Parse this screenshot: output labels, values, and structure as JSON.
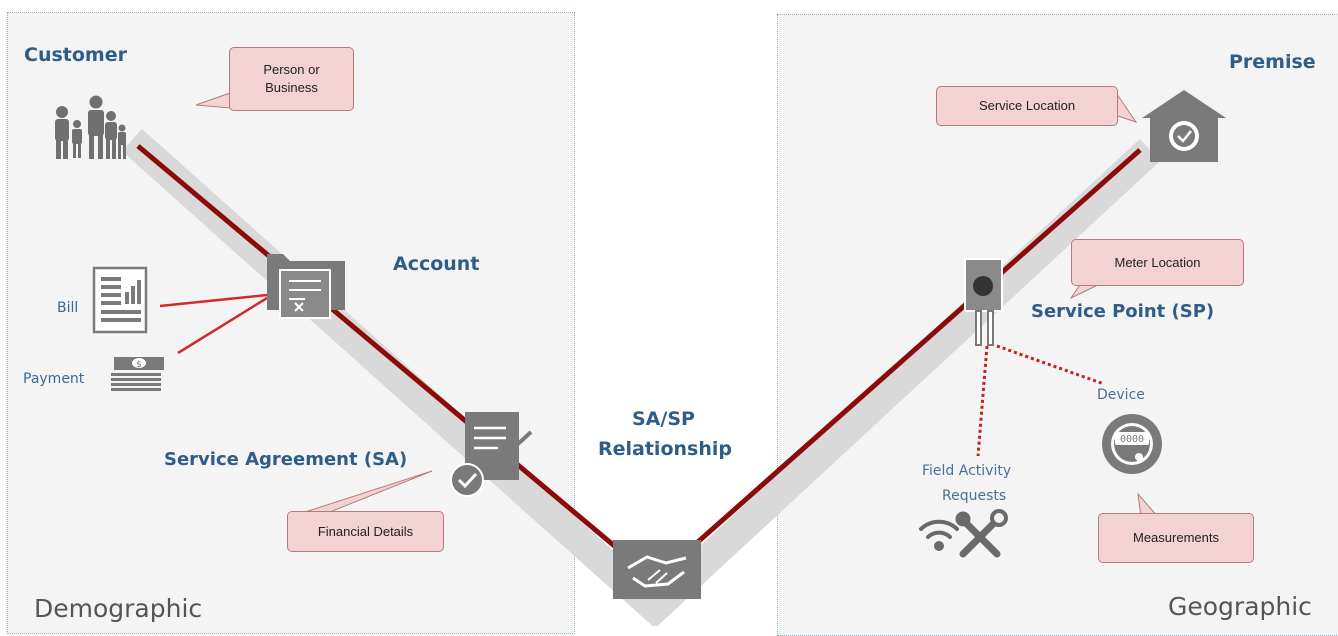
{
  "labels": {
    "customer": "Customer",
    "account": "Account",
    "service_agreement": "Service Agreement (SA)",
    "sa_sp_line1": "SA/SP",
    "sa_sp_line2": "Relationship",
    "premise": "Premise",
    "service_point": "Service Point (SP)",
    "device": "Device",
    "field_activity_line1": "Field Activity",
    "field_activity_line2": "Requests",
    "bill": "Bill",
    "payment": "Payment"
  },
  "callouts": {
    "person_business_line1": "Person or",
    "person_business_line2": "Business",
    "financial_details": "Financial Details",
    "service_location": "Service Location",
    "meter_location": "Meter Location",
    "measurements": "Measurements"
  },
  "regions": {
    "left": "Demographic",
    "right": "Geographic"
  },
  "meter_display": "0000",
  "icons": {
    "customer": "family-icon",
    "account": "folder-document-icon",
    "bill": "bill-document-icon",
    "payment": "money-stack-icon",
    "service_agreement": "contract-check-icon",
    "relationship": "handshake-icon",
    "premise": "house-check-icon",
    "service_point": "meter-box-icon",
    "device": "meter-dial-icon",
    "field_activity": [
      "wifi-icon",
      "tools-icon"
    ]
  },
  "colors": {
    "path_line": "#8b0a0a",
    "path_band": "#d9d9d9",
    "connector": "#d42a2a",
    "icon": "#707070",
    "label": "#2e5d8a",
    "callout_fill": "#f2d2d2",
    "callout_border": "#b77a7a",
    "panel": "#f4f4f4"
  }
}
